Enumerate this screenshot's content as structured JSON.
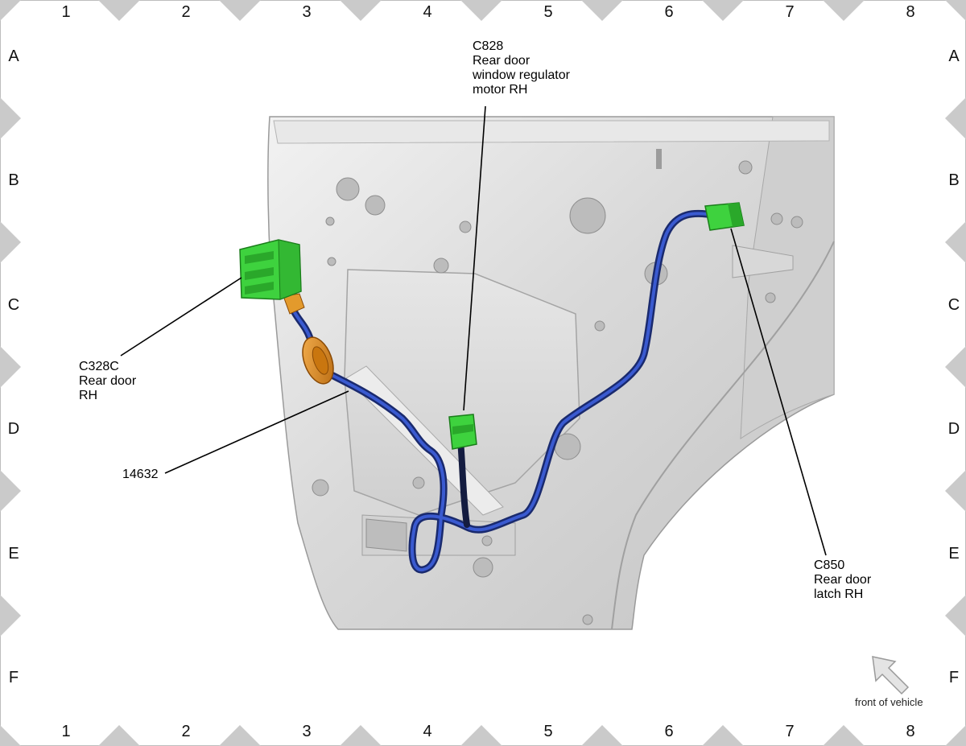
{
  "grid": {
    "columns": [
      "1",
      "2",
      "3",
      "4",
      "5",
      "6",
      "7",
      "8"
    ],
    "rows": [
      "A",
      "B",
      "C",
      "D",
      "E",
      "F"
    ]
  },
  "callouts": {
    "c828": {
      "lines": [
        "C828",
        "Rear door",
        "window regulator",
        "motor RH"
      ]
    },
    "c328c": {
      "lines": [
        "C328C",
        "Rear door",
        "RH"
      ]
    },
    "harness": {
      "lines": [
        "14632"
      ]
    },
    "c850": {
      "lines": [
        "C850",
        "Rear door",
        "latch RH"
      ]
    }
  },
  "orientation": {
    "label": "front of vehicle"
  },
  "colors": {
    "connector": "#3ed23e",
    "harness": "#2a46b8",
    "grommet": "#e08a1e",
    "panel": "#dcdcdc",
    "frame_marker": "#c8c8c8"
  }
}
